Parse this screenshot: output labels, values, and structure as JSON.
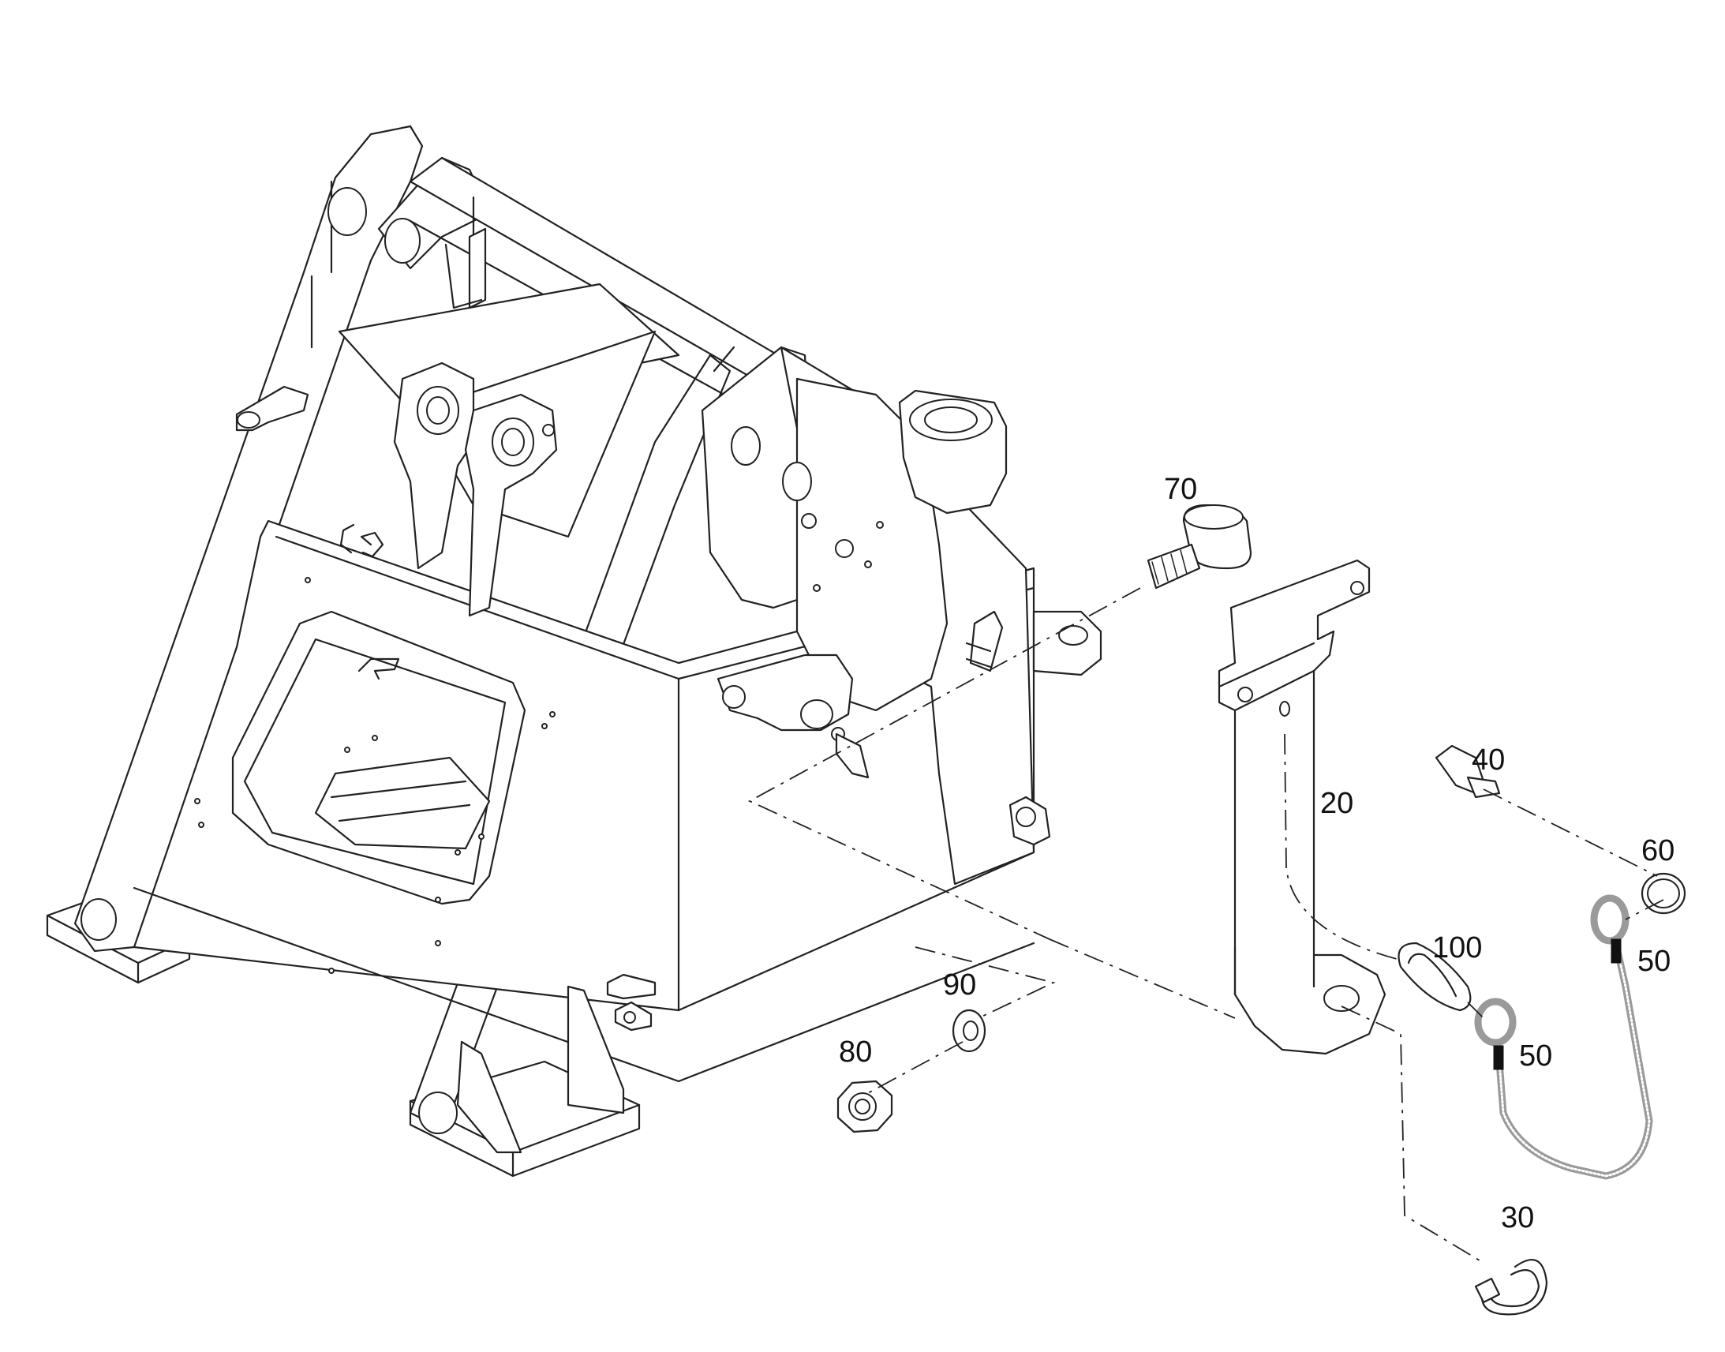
{
  "callouts": [
    {
      "id": "70",
      "label": "70"
    },
    {
      "id": "20",
      "label": "20"
    },
    {
      "id": "40",
      "label": "40"
    },
    {
      "id": "60",
      "label": "60"
    },
    {
      "id": "100",
      "label": "100"
    },
    {
      "id": "50a",
      "label": "50"
    },
    {
      "id": "50b",
      "label": "50"
    },
    {
      "id": "90",
      "label": "90"
    },
    {
      "id": "80",
      "label": "80"
    },
    {
      "id": "30",
      "label": "30"
    }
  ]
}
